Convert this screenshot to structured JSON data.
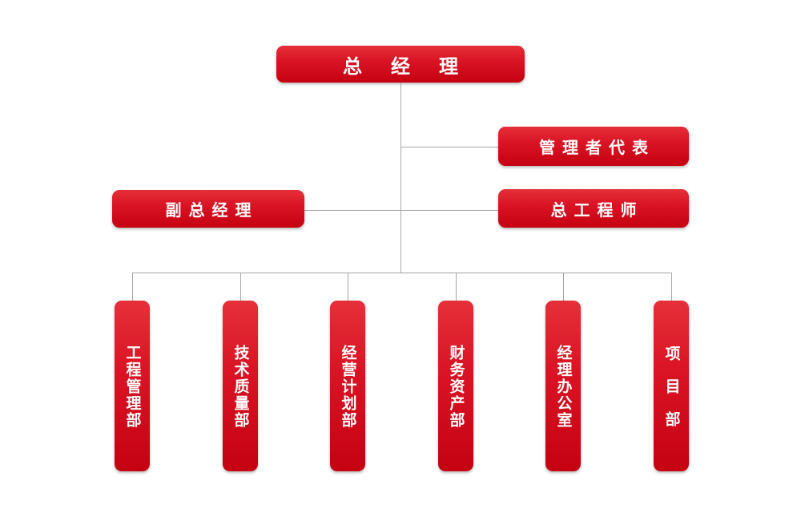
{
  "colors": {
    "box_gradient_top": "#e5303a",
    "box_gradient_bottom": "#c50212",
    "box_text": "#ffffff",
    "connector_line": "#a6a6a6",
    "background": "#ffffff"
  },
  "org_chart": {
    "type": "organization-chart",
    "root": {
      "label": "总经理"
    },
    "staff": [
      {
        "label": "管理者代表"
      },
      {
        "label": "总工程师"
      }
    ],
    "deputy": {
      "label": "副总经理"
    },
    "departments": [
      {
        "label": "工程管理部"
      },
      {
        "label": "技术质量部"
      },
      {
        "label": "经营计划部"
      },
      {
        "label": "财务资产部"
      },
      {
        "label": "经理办公室"
      },
      {
        "label": "项目部"
      }
    ]
  }
}
